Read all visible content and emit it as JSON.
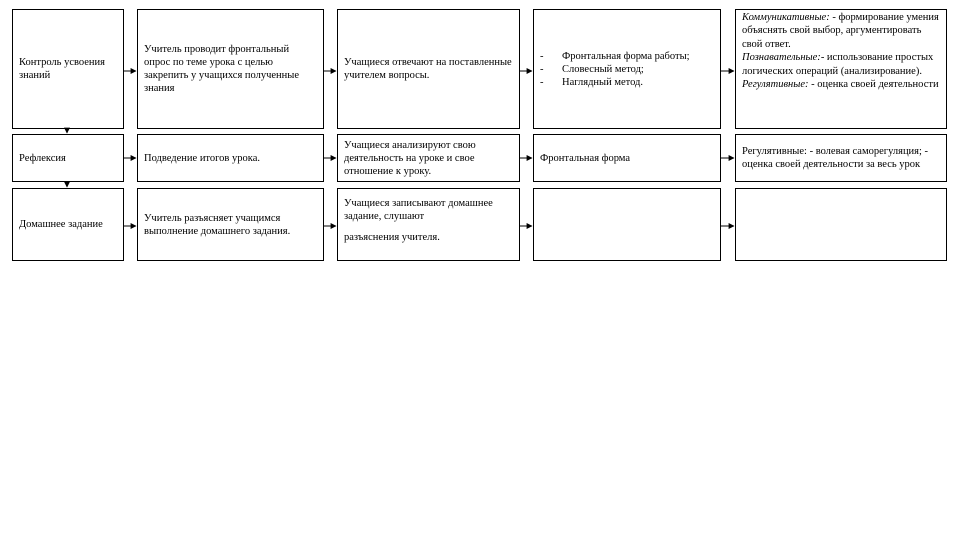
{
  "rows": [
    {
      "stage": "Контроль усвоения знаний",
      "teacher": "Учитель проводит фронтальный опрос по теме урока с целью закрепить у учащихся полученные знания",
      "students": "Учащиеся отвечают на поставленные учителем вопросы.",
      "methods": [
        "Фронтальная форма работы;",
        "Словесный метод;",
        "Наглядный метод."
      ],
      "uud": {
        "communicative_label": "Коммуникативные:",
        "communicative_text": " - формирование умения объяснять свой выбор, аргументировать свой ответ.",
        "cognitive_label": "Познавательные:",
        "cognitive_text": "- использование простых логических операций (анализирование).",
        "regulative_label": "Регулятивные:",
        "regulative_text": " - оценка своей деятельности"
      }
    },
    {
      "stage": "Рефлексия",
      "teacher": "Подведение итогов урока.",
      "students": "Учащиеся анализируют свою деятельность на уроке и свое отношение к уроку.",
      "methods": "Фронтальная форма",
      "uud": "Регулятивные: - волевая саморегуляция; - оценка своей деятельности за весь урок"
    },
    {
      "stage": "Домашнее задание",
      "teacher": "Учитель разъясняет учащимся выполнение домашнего задания.",
      "students_line1": "Учащиеся записывают домашнее задание, слушают",
      "students_line2": "разъяснения учителя.",
      "methods": "",
      "uud": ""
    }
  ]
}
